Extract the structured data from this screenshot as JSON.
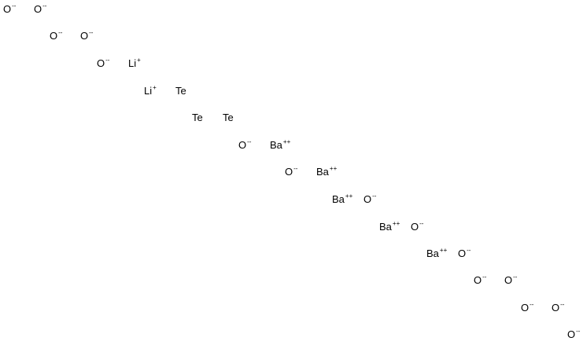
{
  "ions": [
    {
      "element": "O",
      "charge": "--"
    },
    {
      "element": "O",
      "charge": "--"
    },
    {
      "element": "O",
      "charge": "--"
    },
    {
      "element": "O",
      "charge": "--"
    },
    {
      "element": "O",
      "charge": "--"
    },
    {
      "element": "Li",
      "charge": "+"
    },
    {
      "element": "Li",
      "charge": "+"
    },
    {
      "element": "Te",
      "charge": ""
    },
    {
      "element": "Te",
      "charge": ""
    },
    {
      "element": "Te",
      "charge": ""
    },
    {
      "element": "O",
      "charge": "--"
    },
    {
      "element": "Ba",
      "charge": "++"
    },
    {
      "element": "O",
      "charge": "--"
    },
    {
      "element": "Ba",
      "charge": "++"
    },
    {
      "element": "Ba",
      "charge": "++"
    },
    {
      "element": "O",
      "charge": "--"
    },
    {
      "element": "Ba",
      "charge": "++"
    },
    {
      "element": "O",
      "charge": "--"
    },
    {
      "element": "Ba",
      "charge": "++"
    },
    {
      "element": "O",
      "charge": "--"
    },
    {
      "element": "O",
      "charge": "--"
    },
    {
      "element": "O",
      "charge": "--"
    },
    {
      "element": "O",
      "charge": "--"
    },
    {
      "element": "O",
      "charge": "--"
    },
    {
      "element": "O",
      "charge": "--"
    }
  ]
}
